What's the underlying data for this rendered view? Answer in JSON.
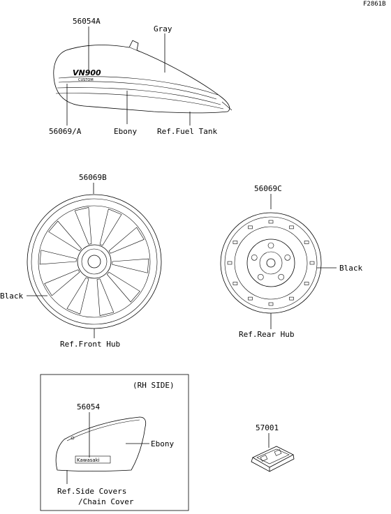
{
  "figure_code": "F2861B",
  "fuel_tank": {
    "part_emblem": "56054A",
    "part_stripe": "56069/A",
    "color_gray": "Gray",
    "color_ebony": "Ebony",
    "ref": "Ref.Fuel Tank",
    "badge_model": "VN900",
    "badge_sub": "CUSTOM"
  },
  "front_wheel": {
    "part": "56069B",
    "color": "Black",
    "ref": "Ref.Front Hub"
  },
  "rear_wheel": {
    "part": "56069C",
    "color": "Black",
    "ref": "Ref.Rear Hub"
  },
  "side_cover": {
    "side": "(RH SIDE)",
    "part": "56054",
    "color": "Ebony",
    "emblem": "Kawasaki",
    "ref_line1": "Ref.Side Covers",
    "ref_line2": "/Chain Cover"
  },
  "clip": {
    "part": "57001"
  }
}
